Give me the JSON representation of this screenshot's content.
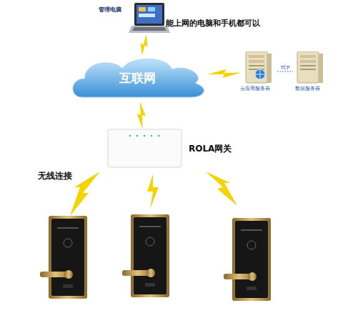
{
  "diagram": {
    "nodes": [
      {
        "text": [
          "管理电脑"
        ]
      },
      {
        "text": [
          "互联网"
        ]
      },
      {
        "text": [
          "云应用服务器"
        ]
      },
      {
        "text": [
          "数据服务器"
        ]
      },
      {
        "text": [
          "ROLA网关"
        ]
      }
    ],
    "edges": [
      {
        "from": 0,
        "to": 1,
        "arrow": "none"
      },
      {
        "from": 1,
        "to": 2,
        "arrow": "none"
      },
      {
        "from": 2,
        "to": 3,
        "label": "TCP",
        "arrow": "none"
      },
      {
        "from": 1,
        "to": 4,
        "arrow": "none"
      }
    ],
    "labels": [
      "能上网的电脑和手机都可以",
      "无线连接"
    ]
  }
}
